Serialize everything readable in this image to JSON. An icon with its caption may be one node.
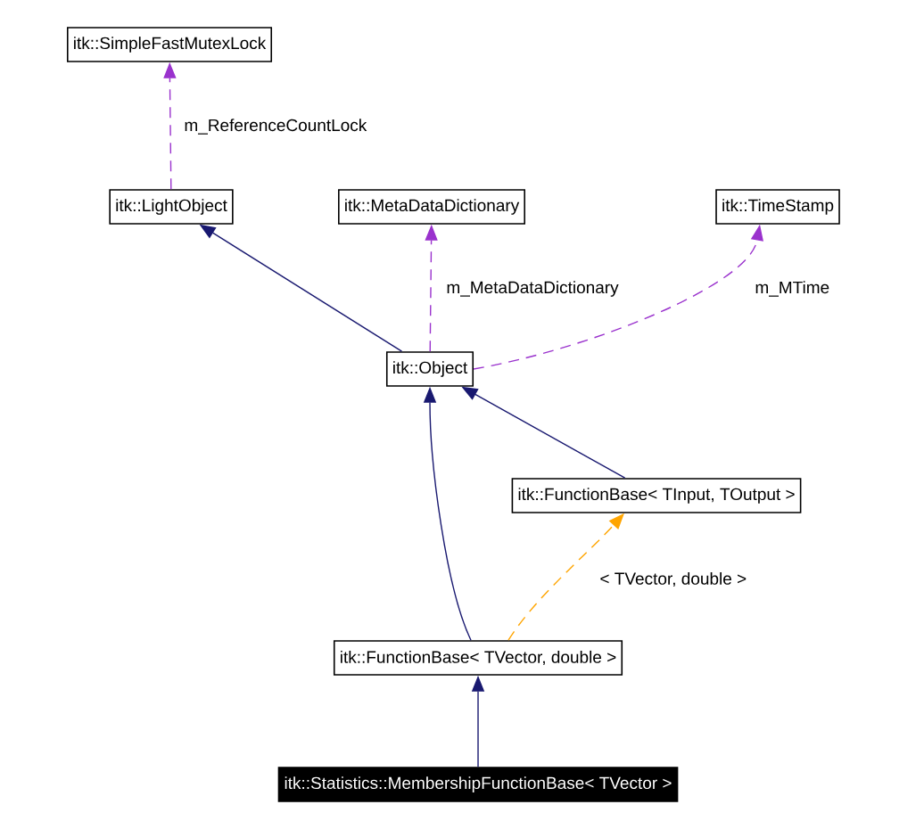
{
  "diagram": {
    "nodes": [
      {
        "text": [
          "itk::SimpleFastMutexLock"
        ]
      },
      {
        "text": [
          "itk::LightObject"
        ]
      },
      {
        "text": [
          "itk::MetaDataDictionary"
        ]
      },
      {
        "text": [
          "itk::TimeStamp"
        ]
      },
      {
        "text": [
          "itk::Object"
        ]
      },
      {
        "text": [
          "itk::FunctionBase< TInput, TOutput >"
        ]
      },
      {
        "text": [
          "itk::FunctionBase< TVector, double >"
        ]
      },
      {
        "text": [
          "itk::Statistics::MembershipFunctionBase< TVector >"
        ]
      }
    ],
    "edges": [
      {
        "from": 1,
        "to": 0,
        "arrow": "to",
        "label": "m_ReferenceCountLock",
        "style": "dashed",
        "color": "#9a32cd"
      },
      {
        "from": 4,
        "to": 1,
        "arrow": "to"
      },
      {
        "from": 4,
        "to": 2,
        "arrow": "to",
        "label": "m_MetaDataDictionary",
        "style": "dashed",
        "color": "#9a32cd"
      },
      {
        "from": 4,
        "to": 3,
        "arrow": "to",
        "label": "m_MTime",
        "style": "dashed",
        "color": "#9a32cd"
      },
      {
        "from": 5,
        "to": 4,
        "arrow": "to"
      },
      {
        "from": 6,
        "to": 4,
        "arrow": "to"
      },
      {
        "from": 6,
        "to": 5,
        "arrow": "to",
        "label": "< TVector, double >",
        "style": "dashed",
        "color": "#ffa500"
      },
      {
        "from": 7,
        "to": 6,
        "arrow": "to"
      }
    ]
  }
}
